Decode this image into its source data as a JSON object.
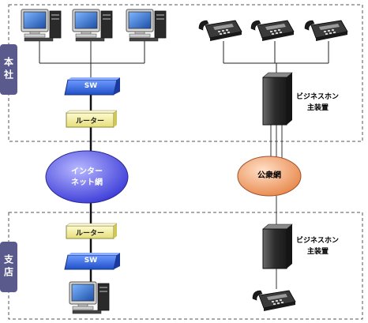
{
  "sites": {
    "honsha": {
      "label": "本社"
    },
    "shiten": {
      "label": "支店"
    }
  },
  "devices": {
    "switch_label": "SW",
    "router_label": "ルーター",
    "internet_label_line1": "インター",
    "internet_label_line2": "ネット網",
    "public_net_label": "公衆網",
    "pbx_label_line1": "ビジネスホン",
    "pbx_label_line2": "主装置"
  },
  "colors": {
    "switch_fill": "#3b6fe0",
    "router_fill": "#f4f0a0",
    "internet_fill": "#5a5aee",
    "public_fill": "#f0a070",
    "pbx_fill": "#3a3a3a",
    "site_tab": "#5a5a8c"
  },
  "icons": {
    "computer": "computer-icon",
    "phone": "telephone-icon"
  }
}
